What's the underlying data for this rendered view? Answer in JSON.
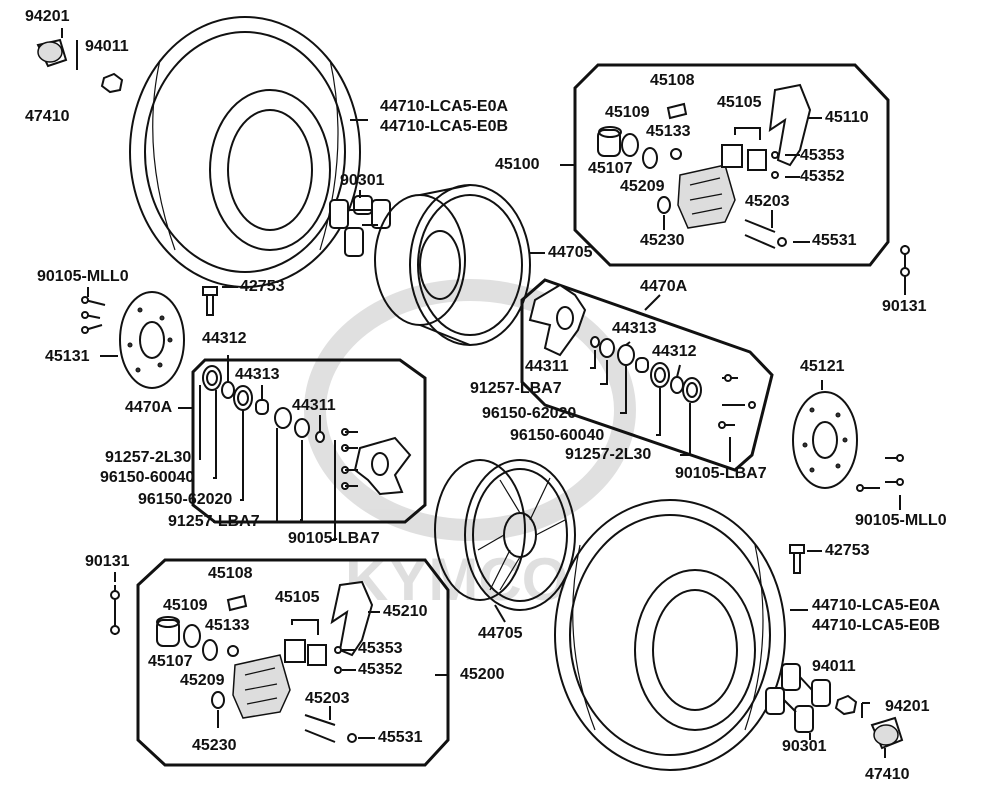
{
  "watermark": "KYMCO",
  "labels": {
    "p94201_tl": "94201",
    "p94011_tl": "94011",
    "p47410_tl": "47410",
    "p44710_r1": "44710-LCA5-E0A",
    "p44710_r2": "44710-LCA5-E0B",
    "p90301_t": "90301",
    "p44705_t": "44705",
    "p90105_mll0_l": "90105-MLL0",
    "p42753_l": "42753",
    "p45131": "45131",
    "p44312_l": "44312",
    "p44313_l": "44313",
    "p44311_l": "44311",
    "p4470A_l": "4470A",
    "p91257_2l30_l": "91257-2L30",
    "p96150_60040_l": "96150-60040",
    "p96150_62020_l": "96150-62020",
    "p91257_lba7_l": "91257-LBA7",
    "p90105_lba7_l": "90105-LBA7",
    "p45108_t": "45108",
    "p45109_t": "45109",
    "p45105_t": "45105",
    "p45110": "45110",
    "p45133_t": "45133",
    "p45100": "45100",
    "p45107_t": "45107",
    "p45353_t": "45353",
    "p45209_t": "45209",
    "p45352_t": "45352",
    "p45203_t": "45203",
    "p45230_t": "45230",
    "p45531_t": "45531",
    "p90131_r": "90131",
    "p4470A_r": "4470A",
    "p44313_r": "44313",
    "p44311_r": "44311",
    "p44312_r": "44312",
    "p91257_lba7_r": "91257-LBA7",
    "p96150_62020_r": "96150-62020",
    "p96150_60040_r": "96150-60040",
    "p91257_2l30_r": "91257-2L30",
    "p90105_lba7_r": "90105-LBA7",
    "p45121": "45121",
    "p90105_mll0_r": "90105-MLL0",
    "p42753_r": "42753",
    "p44705_b": "44705",
    "p90131_l": "90131",
    "p45108_b": "45108",
    "p45109_b": "45109",
    "p45105_b": "45105",
    "p45210": "45210",
    "p45133_b": "45133",
    "p45107_b": "45107",
    "p45353_b": "45353",
    "p45209_b": "45209",
    "p45352_b": "45352",
    "p45200": "45200",
    "p45203_b": "45203",
    "p45230_b": "45230",
    "p45531_b": "45531",
    "p44710_b1": "44710-LCA5-E0A",
    "p44710_b2": "44710-LCA5-E0B",
    "p94011_br": "94011",
    "p94201_br": "94201",
    "p90301_b": "90301",
    "p47410_br": "47410"
  }
}
